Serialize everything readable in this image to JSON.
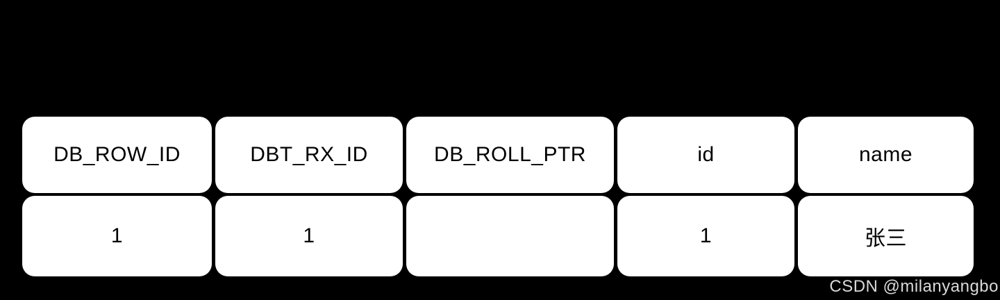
{
  "table": {
    "headers": [
      "DB_ROW_ID",
      "DBT_RX_ID",
      "DB_ROLL_PTR",
      "id",
      "name"
    ],
    "row": [
      "1",
      "1",
      "",
      "1",
      "张三"
    ]
  },
  "watermark": "CSDN @milanyangbo",
  "colors": {
    "background": "#000000",
    "cell_bg": "#ffffff",
    "cell_text": "#000000",
    "watermark": "#d9d9d9"
  }
}
